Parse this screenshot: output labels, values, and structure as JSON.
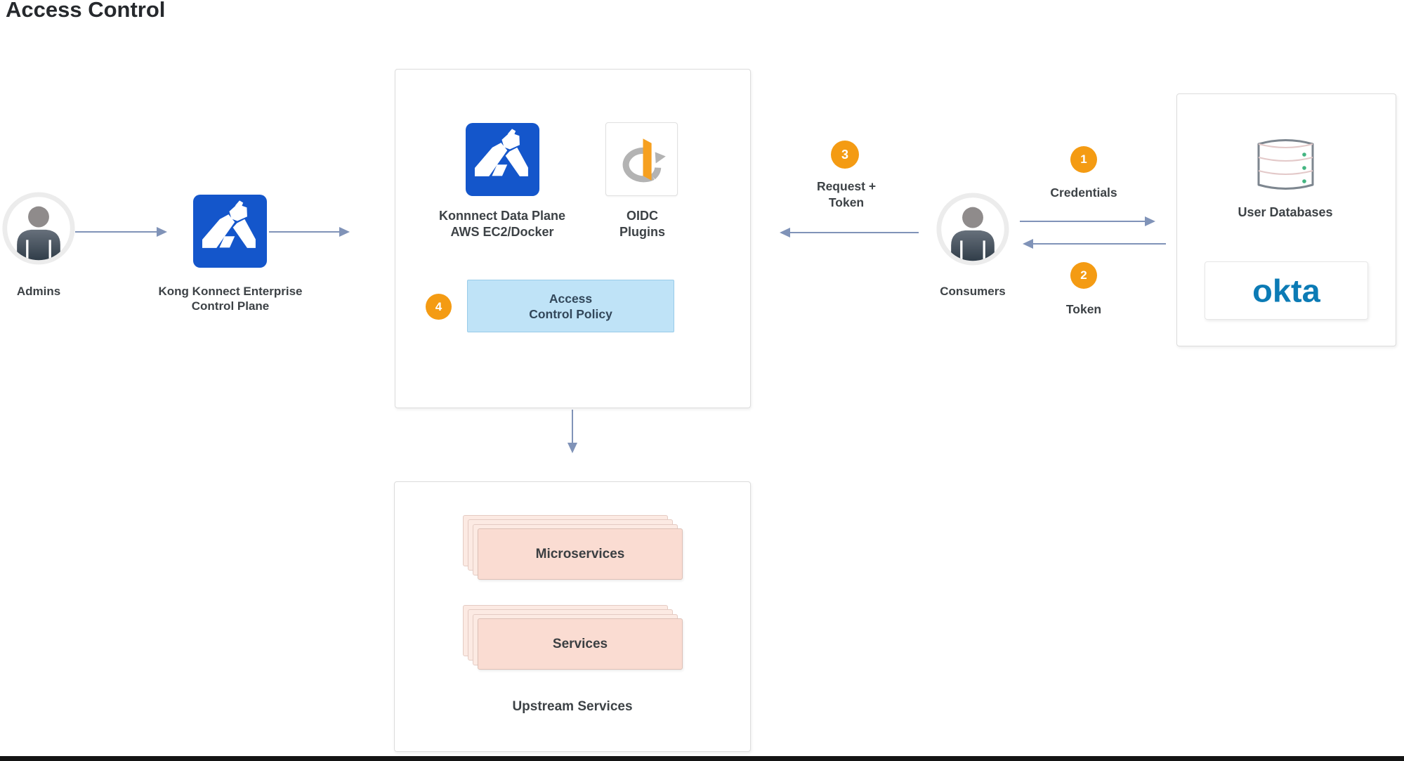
{
  "title": "Access Control",
  "colors": {
    "kong_blue": "#1456cb",
    "badge_orange": "#f49b13",
    "arrow_gray_blue": "#8093b8",
    "policy_fill_blue": "#bfe3f7",
    "card_fill_salmon": "#fadcd2",
    "okta_blue": "#0c7bb5",
    "db_dot_green": "#43b581"
  },
  "nodes": {
    "admins": {
      "label": "Admins"
    },
    "control_plane": {
      "line1": "Kong Konnect Enterprise",
      "line2": "Control Plane"
    },
    "data_plane": {
      "line1": "Konnnect Data Plane",
      "line2": "AWS EC2/Docker"
    },
    "oidc_plugins": {
      "line1": "OIDC",
      "line2": "Plugins"
    },
    "access_policy": {
      "line1": "Access",
      "line2": "Control Policy"
    },
    "consumers": {
      "label": "Consumers"
    },
    "user_databases": {
      "label": "User Databases"
    },
    "okta": {
      "label": "okta"
    },
    "microservices": {
      "label": "Microservices"
    },
    "services": {
      "label": "Services"
    },
    "upstream_services": {
      "label": "Upstream Services"
    }
  },
  "steps": {
    "step1": {
      "badge": "1",
      "label": "Credentials"
    },
    "step2": {
      "badge": "2",
      "label": "Token"
    },
    "step3": {
      "badge": "3",
      "line1": "Request +",
      "line2": "Token"
    },
    "step4": {
      "badge": "4"
    }
  }
}
